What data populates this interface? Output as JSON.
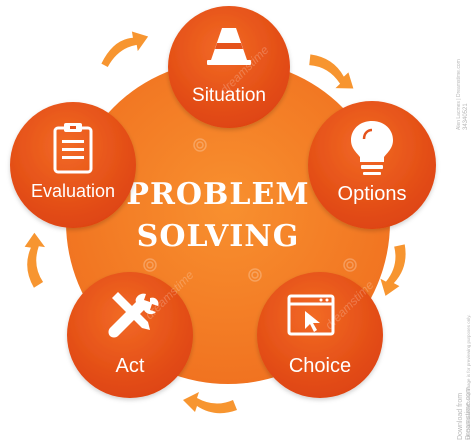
{
  "diagram": {
    "center_title": [
      "PROBLEM",
      "SOLVING"
    ],
    "nodes": [
      {
        "id": "situation",
        "label": "Situation",
        "icon": "traffic-cone-icon"
      },
      {
        "id": "options",
        "label": "Options",
        "icon": "lightbulb-icon"
      },
      {
        "id": "choice",
        "label": "Choice",
        "icon": "browser-cursor-icon"
      },
      {
        "id": "act",
        "label": "Act",
        "icon": "tools-icon"
      },
      {
        "id": "evaluation",
        "label": "Evaluation",
        "icon": "clipboard-icon"
      }
    ],
    "colors": {
      "orange_dark": "#e04a10",
      "orange": "#f36f21",
      "orange_light": "#f8902f",
      "arrow": "#f79530"
    }
  },
  "watermark": {
    "brand": "dreamstime",
    "id_text": "34340521",
    "credit_text": "Alen Lacmes | Dreamstime.com",
    "download_text": "Download from",
    "site_text": "Dreamstime.com",
    "notice_text": "This watermarked comp image is for previewing purposes only."
  }
}
